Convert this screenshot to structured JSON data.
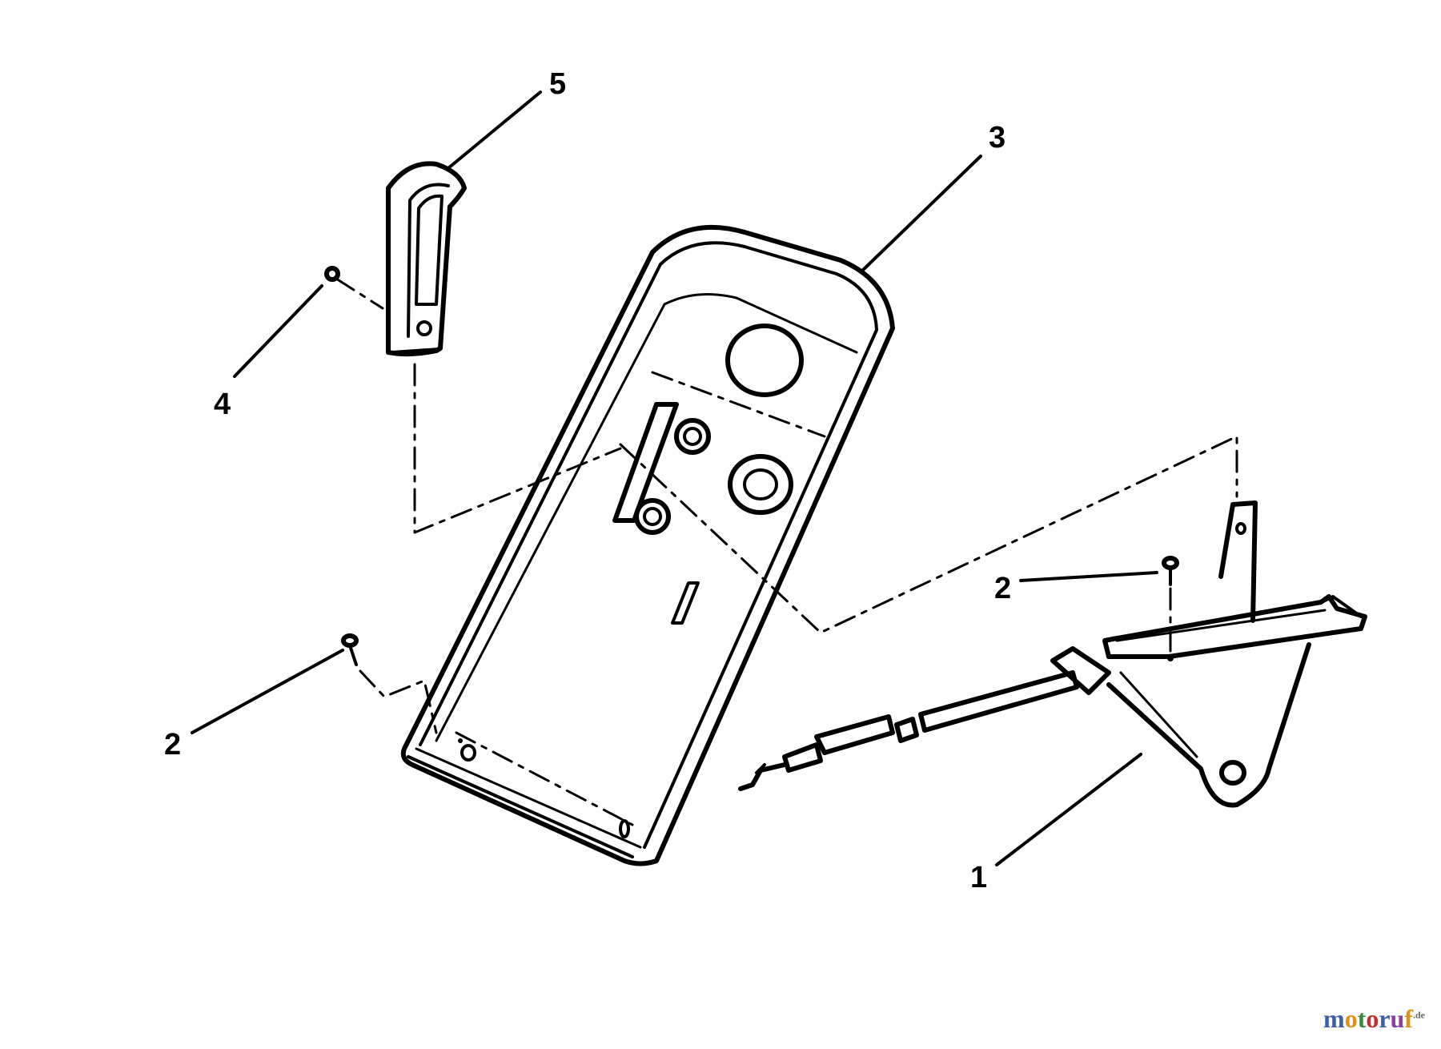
{
  "callouts": {
    "part1": "1",
    "part2_left": "2",
    "part2_right": "2",
    "part3": "3",
    "part4": "4",
    "part5": "5"
  },
  "watermark": {
    "letters": [
      "m",
      "o",
      "t",
      "o",
      "r",
      "u",
      "f"
    ],
    "letter_colors": [
      "#3b5fa8",
      "#e0901a",
      "#3b8a3b",
      "#c03030",
      "#3b5fa8",
      "#8a3fa0",
      "#e0901a"
    ],
    "suffix": ".de"
  },
  "colors": {
    "ink": "#000000",
    "background": "#ffffff"
  }
}
